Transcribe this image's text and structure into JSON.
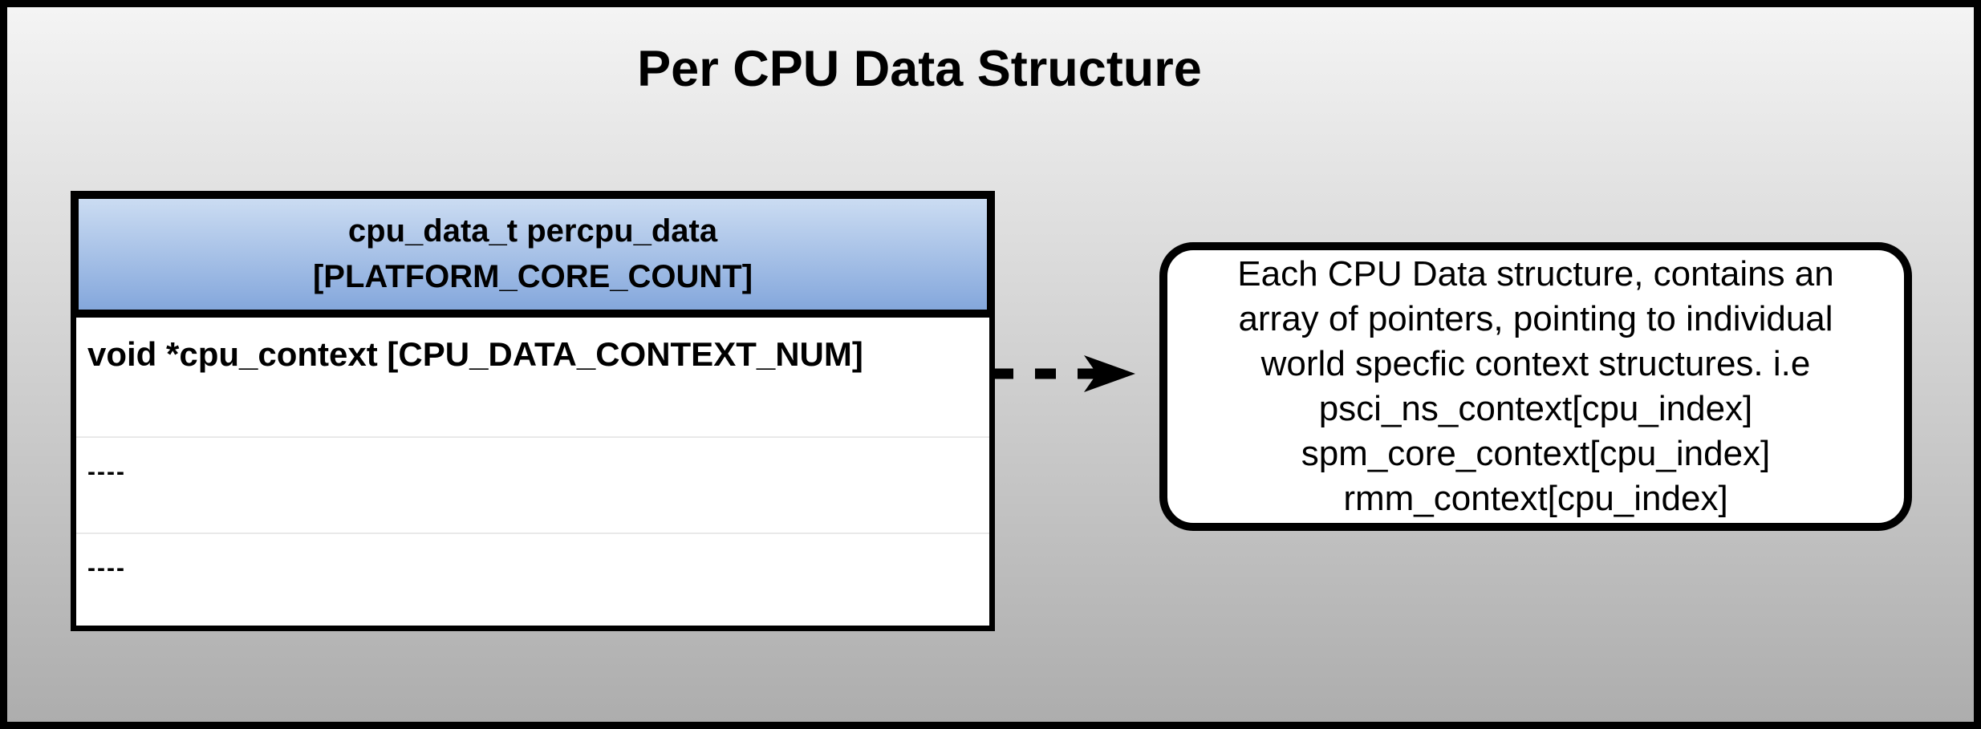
{
  "diagram": {
    "title": "Per CPU Data Structure",
    "struct_table": {
      "header_line1": "cpu_data_t percpu_data",
      "header_line2": "[PLATFORM_CORE_COUNT]",
      "rows": [
        {
          "text": "void *cpu_context [CPU_DATA_CONTEXT_NUM]"
        },
        {
          "text": "----"
        },
        {
          "text": "----"
        }
      ]
    },
    "connector": {
      "style": "dashed",
      "direction": "right"
    },
    "note": {
      "lines": [
        "Each CPU Data structure, contains an",
        "array of pointers, pointing to individual",
        "world specfic context structures. i.e",
        "psci_ns_context[cpu_index]",
        "spm_core_context[cpu_index]",
        "rmm_context[cpu_index]"
      ]
    }
  },
  "colors": {
    "bg-top": "#f4f4f4",
    "bg-bottom": "#adadad",
    "border": "#000000",
    "header-top": "#cbdcf2",
    "header-bottom": "#84a7dc",
    "row-bg": "#ffffff",
    "separator": "#e9e9e9",
    "text": "#000000"
  }
}
